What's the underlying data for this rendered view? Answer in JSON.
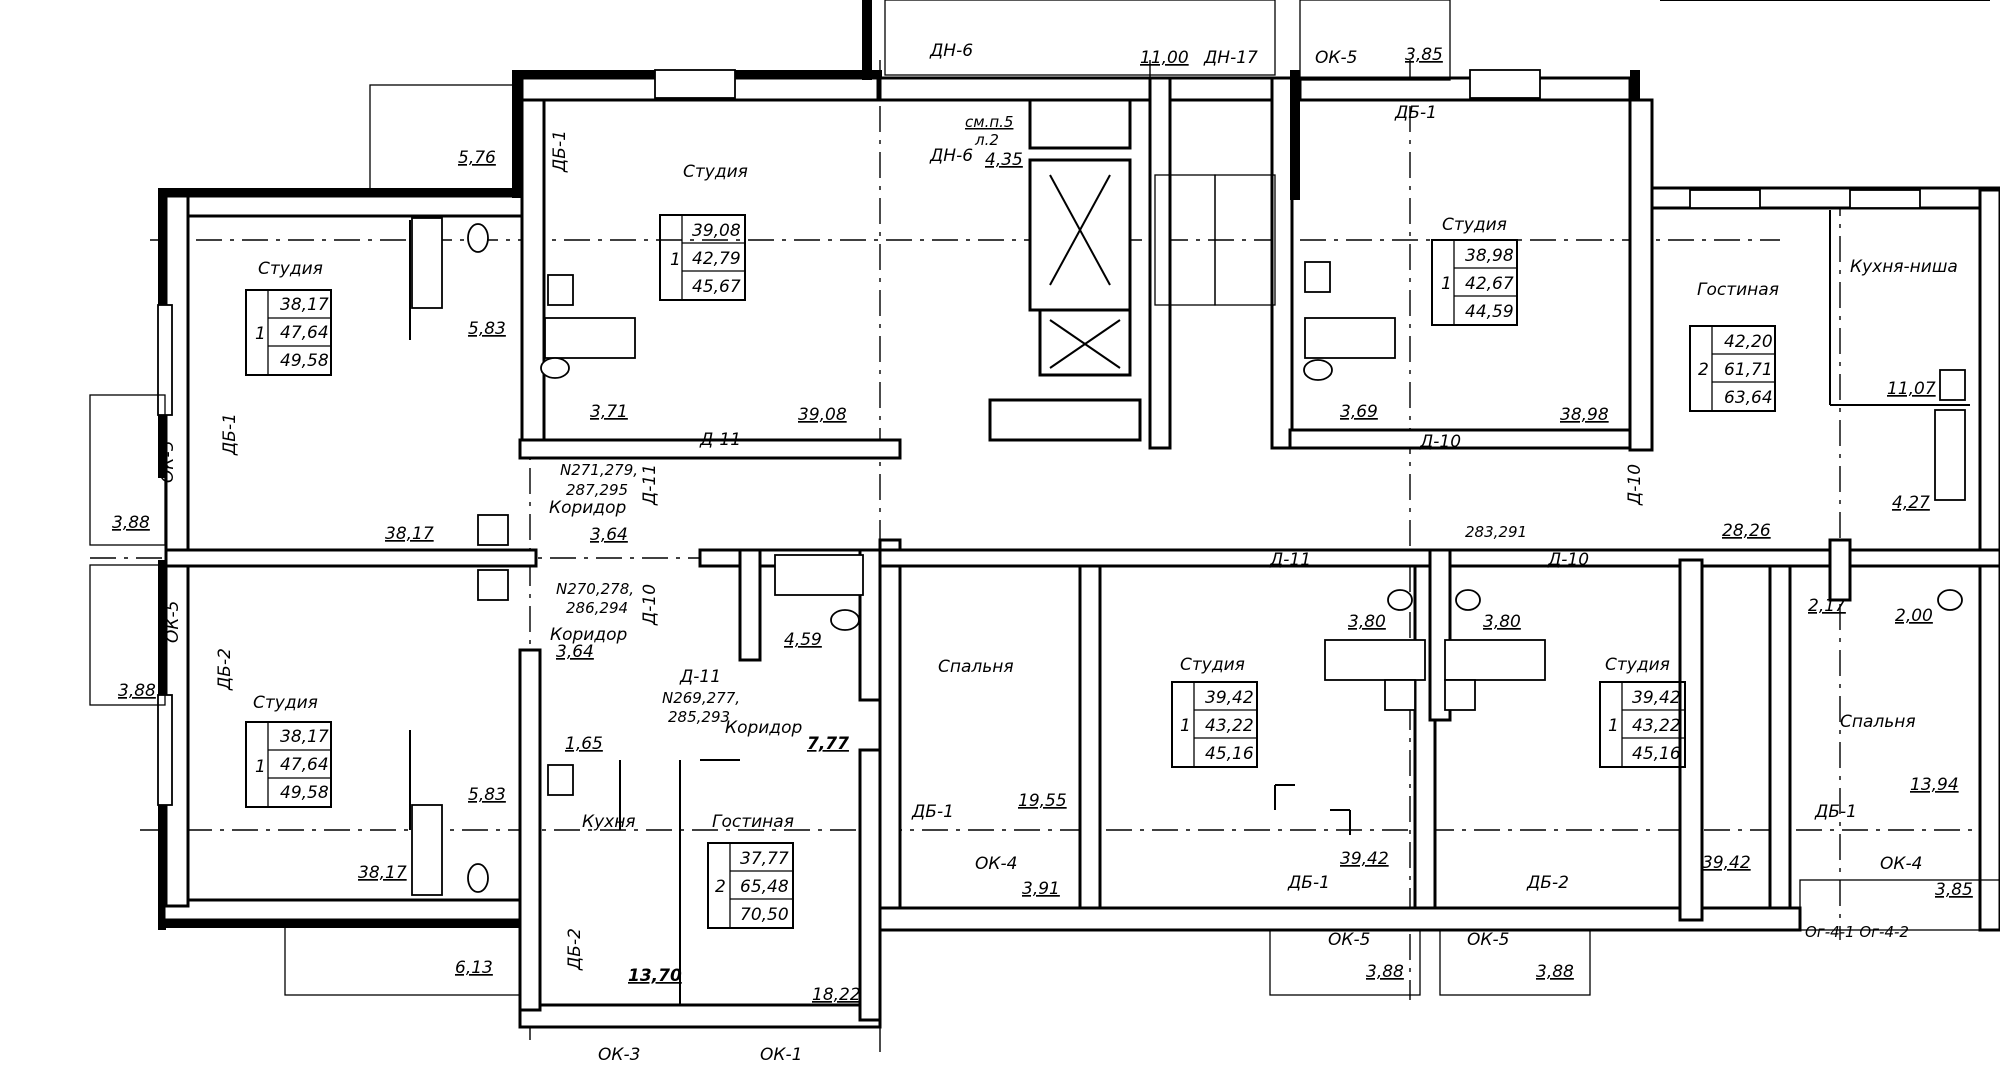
{
  "labels": {
    "dn6_top": "ДН-6",
    "dn6_mid": "ДН-6",
    "dn17": "ДН-17",
    "v11_00": "11,00",
    "ok5_top": "ОК-5",
    "v3_85_top": "3,85",
    "db1_top_r": "ДБ-1",
    "db1_top_l": "ДБ-1",
    "v5_76": "5,76",
    "smp5": "см.п.5",
    "l2": "л.2",
    "v4_35": "4,35",
    "studio_tl": "Студия",
    "studio_tc": "Студия",
    "studio_tr": "Студия",
    "gostinaya_r": "Гостиная",
    "kuhnya_nisha": "Кухня-ниша",
    "v5_83_a": "5,83",
    "v3_71": "3,71",
    "v39_08": "39,08",
    "d11_a": "Д-11",
    "v3_69": "3,69",
    "d10_a": "Д-10",
    "v38_98": "38,98",
    "v11_07": "11,07",
    "db1_left": "ДБ-1",
    "ok5_left_a": "ОК-5",
    "v3_88_a": "3,88",
    "n271": "N271,279,",
    "n287": "287,295",
    "koridor_a": "Коридор",
    "v3_64_a": "3,64",
    "d11_b": "Д-11",
    "v38_17_mid": "38,17",
    "d10_b": "Д-10",
    "v28_26": "28,26",
    "v4_27": "4,27",
    "d11_c": "Д-11",
    "d10_c": "Д-10",
    "hidden_num": "283,291",
    "n270": "N270,278,",
    "n286": "286,294",
    "koridor_b": "Коридор",
    "v3_64_b": "3,64",
    "d10_d": "Д-10",
    "ok5_left_b": "ОК-5",
    "v3_88_b": "3,88",
    "db2_left": "ДБ-2",
    "v4_59": "4,59",
    "d11_d": "Д-11",
    "n269": "N269,277,",
    "n285": "285,293",
    "koridor_c": "Коридор",
    "spalnya_c": "Спальня",
    "v3_80_a": "3,80",
    "v3_80_b": "3,80",
    "v2_17": "2,17",
    "v2_00": "2,00",
    "studio_bl": "Студия",
    "studio_bc": "Студия",
    "studio_br": "Студия",
    "spalnya_r": "Спальня",
    "v1_65": "1,65",
    "v7_77": "7,77",
    "v5_83_b": "5,83",
    "kuhnya": "Кухня",
    "gostinaya_b": "Гостиная",
    "db1_b1": "ДБ-1",
    "v19_55": "19,55",
    "db1_b2": "ДБ-1",
    "v13_94": "13,94",
    "v38_17_bl": "38,17",
    "ok4_a": "ОК-4",
    "v3_91": "3,91",
    "v39_42_a": "39,42",
    "v39_42_b": "39,42",
    "ok4_b": "ОК-4",
    "v3_85_b": "3,85",
    "db1_b3": "ДБ-1",
    "db2_b": "ДБ-2",
    "og": "Ог-4-1 Ог-4-2",
    "v6_13": "6,13",
    "db2_bl": "ДБ-2",
    "v13_70": "13,70",
    "v18_22": "18,22",
    "ok5_b1": "ОК-5",
    "ok5_b2": "ОК-5",
    "v3_88_c": "3,88",
    "v3_88_d": "3,88",
    "ok3": "ОК-3",
    "ok1": "ОК-1",
    "one_a": "1",
    "one_b": "1",
    "one_c": "1",
    "two_a": "2",
    "one_d": "1",
    "one_e": "1",
    "one_f": "1",
    "two_b": "2"
  },
  "area_tables": {
    "tl": [
      "38,17",
      "47,64",
      "49,58"
    ],
    "tc": [
      "39,08",
      "42,79",
      "45,67"
    ],
    "tr": [
      "38,98",
      "42,67",
      "44,59"
    ],
    "gr": [
      "42,20",
      "61,71",
      "63,64"
    ],
    "bl": [
      "38,17",
      "47,64",
      "49,58"
    ],
    "bm": [
      "37,77",
      "65,48",
      "70,50"
    ],
    "bc": [
      "39,42",
      "43,22",
      "45,16"
    ],
    "br": [
      "39,42",
      "43,22",
      "45,16"
    ]
  },
  "colors": {
    "ink": "#000000",
    "paper": "#ffffff"
  }
}
